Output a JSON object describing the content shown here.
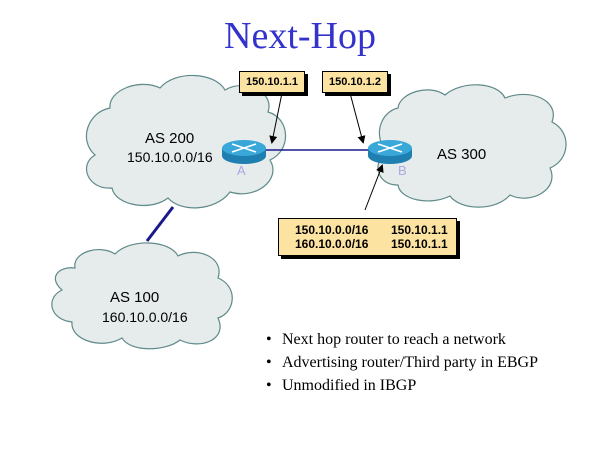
{
  "title": "Next-Hop",
  "clouds": [
    {
      "id": "as200",
      "name": "AS 200",
      "prefix": "150.10.0.0/16"
    },
    {
      "id": "as300",
      "name": "AS 300",
      "prefix": ""
    },
    {
      "id": "as100",
      "name": "AS 100",
      "prefix": "160.10.0.0/16"
    }
  ],
  "routers": [
    {
      "id": "A",
      "label": "A"
    },
    {
      "id": "B",
      "label": "B"
    }
  ],
  "next_hop_labels": [
    "150.10.1.1",
    "150.10.1.2"
  ],
  "routing_table": [
    {
      "network": "150.10.0.0/16",
      "next_hop": "150.10.1.1"
    },
    {
      "network": "160.10.0.0/16",
      "next_hop": "150.10.1.1"
    }
  ],
  "bullets": [
    "Next hop router to reach a network",
    "Advertising router/Third party in EBGP",
    "Unmodified in IBGP"
  ],
  "colors": {
    "title": "#3333cc",
    "cloud_fill": "#e6ebeb",
    "cloud_stroke": "#5f8a8a",
    "link": "#1a1a8c",
    "note_fill": "#fde3a1",
    "router_top": "#39a7d8",
    "router_side": "#1f7fb0",
    "router_letter": "#a9a9e6"
  }
}
